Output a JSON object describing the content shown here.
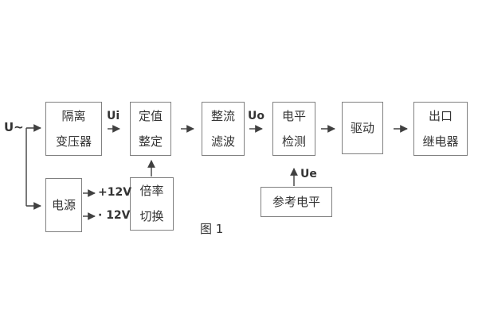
{
  "diagram": {
    "caption": "图 1",
    "input_label": "U~",
    "signal_labels": {
      "ui": "Ui",
      "uo": "Uo",
      "ue": "Ue"
    },
    "power_rails": {
      "positive": "+12V",
      "negative": "· 12V"
    },
    "blocks": {
      "isolation_transformer": {
        "lines": [
          "隔离",
          "变压器"
        ]
      },
      "setpoint_setting": {
        "lines": [
          "定值",
          "整定"
        ]
      },
      "rectifier_filter": {
        "lines": [
          "整流",
          "滤波"
        ]
      },
      "level_detection": {
        "lines": [
          "电平",
          "检测"
        ]
      },
      "driver": {
        "lines": [
          "驱动"
        ]
      },
      "output_relay": {
        "lines": [
          "出口",
          "继电器"
        ]
      },
      "power_supply": {
        "lines": [
          "电源"
        ]
      },
      "ratio_switching": {
        "lines": [
          "倍率",
          "切换"
        ]
      },
      "reference_level": {
        "lines": [
          "参考电平"
        ]
      }
    },
    "colors": {
      "box_border": "#808080",
      "connector": "#404040",
      "text": "#333333",
      "background": "#ffffff"
    }
  }
}
